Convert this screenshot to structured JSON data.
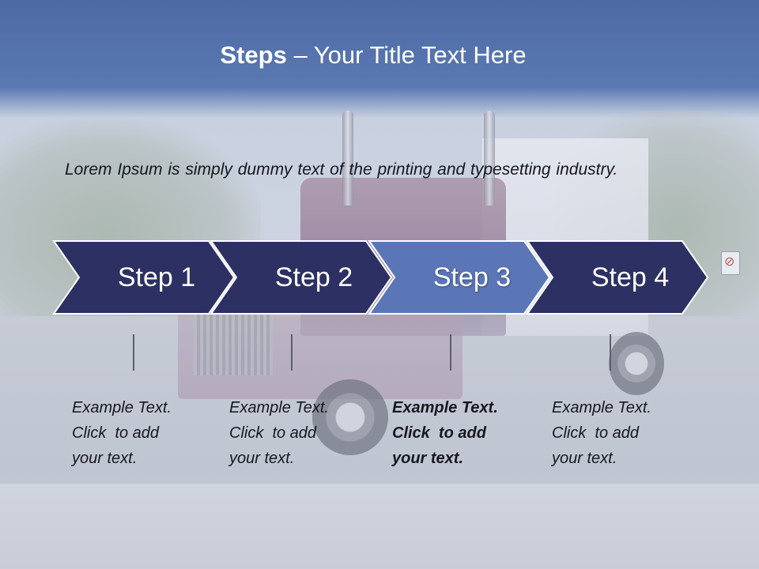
{
  "title": {
    "bold": "Steps",
    "rest": " – Your Title Text Here"
  },
  "lead_text": "Lorem Ipsum is simply dummy text of the printing and typesetting industry.",
  "steps": [
    {
      "label": "Step 1",
      "lines": [
        "Example Text.",
        "Click  to add",
        "your text."
      ],
      "highlighted": false
    },
    {
      "label": "Step 2",
      "lines": [
        "Example Text.",
        "Click  to add",
        "your text."
      ],
      "highlighted": false
    },
    {
      "label": "Step 3",
      "lines": [
        "Example Text.",
        "Click  to add",
        "your text."
      ],
      "highlighted": true
    },
    {
      "label": "Step 4",
      "lines": [
        "Example Text.",
        "Click  to add",
        "your text."
      ],
      "highlighted": false
    }
  ],
  "colors": {
    "chevron": "#2d3062",
    "chevron_active": "#5a76b6",
    "chevron_stroke": "#ffffff",
    "title_band": "#4d6aa5"
  }
}
